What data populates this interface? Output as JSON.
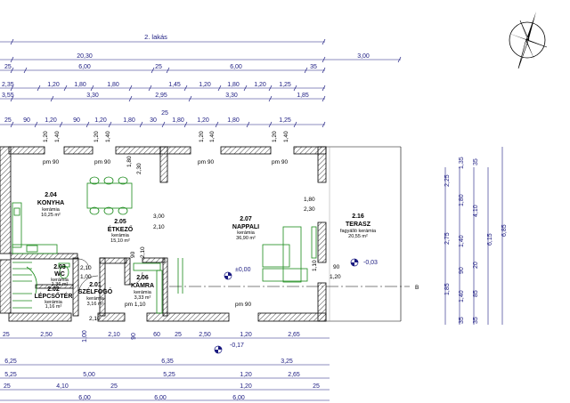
{
  "header": {
    "section_label": "2. lakás"
  },
  "top_dims": {
    "row1": [
      "20,30",
      "3,00"
    ],
    "row2": [
      "25",
      "6,00",
      "25",
      "6,00",
      "35"
    ],
    "row3": [
      "2,35",
      "1,20",
      "1,80",
      "1,80",
      "1,45",
      "1,20",
      "1,80",
      "1,20",
      "1,25"
    ],
    "row4": [
      "3,55",
      "3,30",
      "2,95",
      "3,30",
      "1,85"
    ],
    "row5": [
      "25",
      "90",
      "1,20",
      "90",
      "1,20",
      "1,80",
      "30",
      "1,80",
      "1,20",
      "1,80",
      "1,25"
    ],
    "row5_extra": "25"
  },
  "right_dims": {
    "col1": [
      "2,25",
      "2,75",
      "1,85"
    ],
    "col2": [
      "1,35",
      "1,80",
      "1,40",
      "90",
      "1,40",
      "35"
    ],
    "col3": [
      "35",
      "4,10",
      "20",
      "85",
      "35"
    ],
    "col4": [
      "6,15"
    ],
    "col5": [
      "6,85"
    ]
  },
  "bottom_dims": {
    "row1": [
      "25",
      "2,50",
      "1,00",
      "2,10",
      "90",
      "60",
      "25",
      "2,50",
      "1,20",
      "2,65"
    ],
    "row1_red": "2,65",
    "row2": [
      "6,25",
      "6,35",
      "3,25"
    ],
    "row3": [
      "5,25",
      "5,00",
      "5,25",
      "1,20",
      "2,65"
    ],
    "row4": [
      "25",
      "4,10",
      "25",
      "1,20",
      "25"
    ],
    "row5": [
      "6,00",
      "6,00",
      "6,00"
    ]
  },
  "rooms": [
    {
      "id": "2.04",
      "name": "KONYHA",
      "finish": "kerámia",
      "area": "10,25 m²"
    },
    {
      "id": "2.05",
      "name": "ÉTKEZŐ",
      "finish": "kerámia",
      "area": "15,10 m²"
    },
    {
      "id": "2.07",
      "name": "NAPPALI",
      "finish": "kerámia",
      "area": "36,90 m²"
    },
    {
      "id": "2.16",
      "name": "TERASZ",
      "finish": "fagyálló kerámia",
      "area": "20,55 m²"
    },
    {
      "id": "2.03",
      "name": "WC",
      "finish": "kerámia",
      "area": "1,36 m²"
    },
    {
      "id": "2.02",
      "name": "LÉPCSŐTÉR",
      "finish": "kerámia",
      "area": "1,16 m²"
    },
    {
      "id": "2.01",
      "name": "SZÉLFOGÓ",
      "finish": "kerámia",
      "area": "3,16 m²"
    },
    {
      "id": "2.06",
      "name": "KAMRA",
      "finish": "kerámia",
      "area": "3,33 m²"
    }
  ],
  "openings": {
    "window_heights": [
      "1,20",
      "1,40",
      "1,20",
      "1,40",
      "1,20",
      "1,40",
      "1,20",
      "1,40"
    ],
    "pm_labels": [
      "pm 90",
      "pm 90",
      "pm 90",
      "pm 90",
      "pm 90",
      "pm 90",
      "pm 1,10"
    ],
    "door_1": [
      "1,80",
      "2,30"
    ],
    "door_2": [
      "3,00",
      "2,10"
    ],
    "door_3": [
      "1,80",
      "2,30"
    ],
    "door_4": [
      "2,10",
      "1,00"
    ],
    "door_5": [
      "90",
      "2,10"
    ],
    "door_6": [
      "90",
      "2,10"
    ],
    "door_7": [
      "1,10",
      "90",
      "1,20"
    ],
    "pm_bottom": [
      "pm 90",
      "pm 1,10"
    ]
  },
  "levels": {
    "floor": "±0,00",
    "terrace": "-0,03",
    "outside": "-0,17"
  },
  "axis_label": "B"
}
